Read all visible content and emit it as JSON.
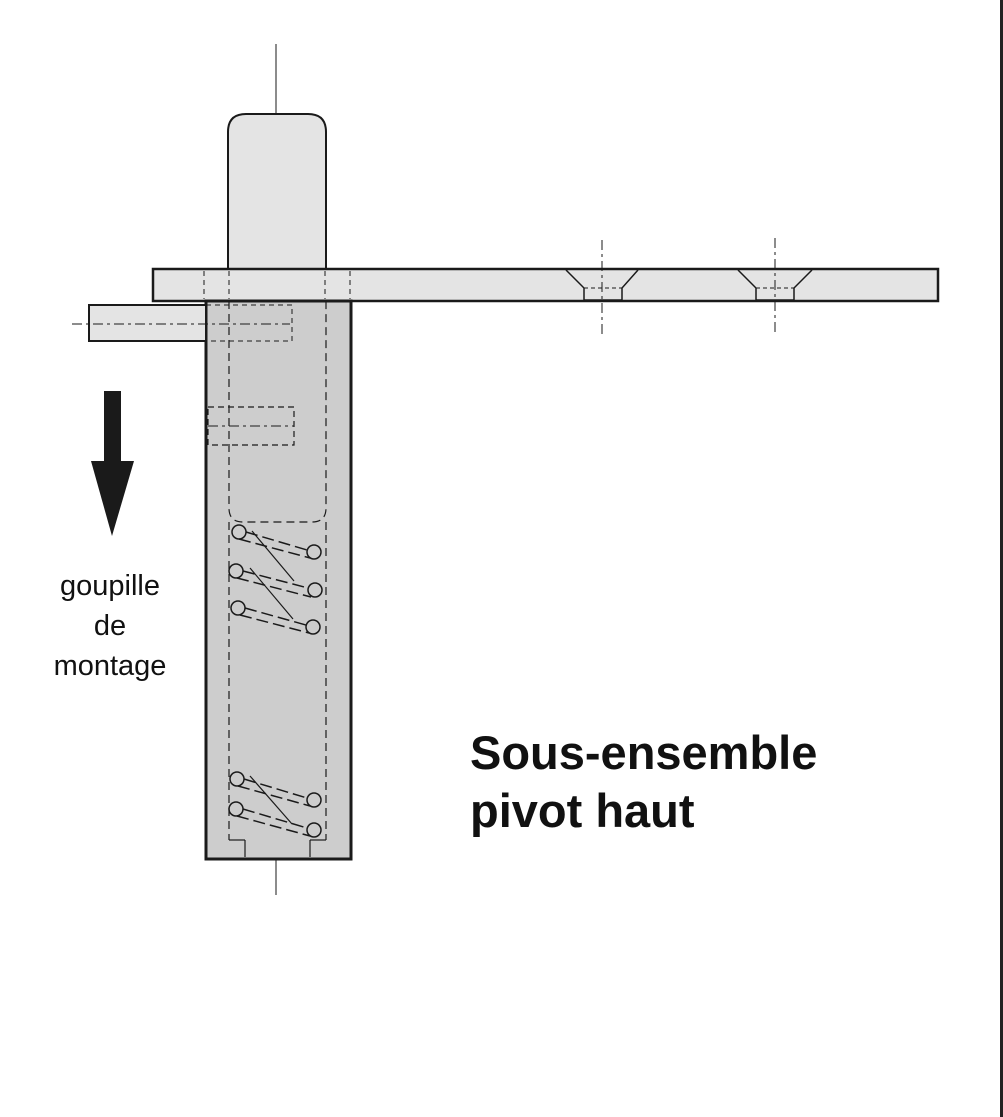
{
  "label_pin": [
    "goupille",
    "de",
    "montage"
  ],
  "title_lines": [
    "Sous-ensemble",
    "pivot haut"
  ],
  "colors": {
    "light_fill": "#e4e4e4",
    "body_fill": "#cdcdcd",
    "stroke": "#1a1a1a",
    "arrow": "#1a1a1a"
  }
}
